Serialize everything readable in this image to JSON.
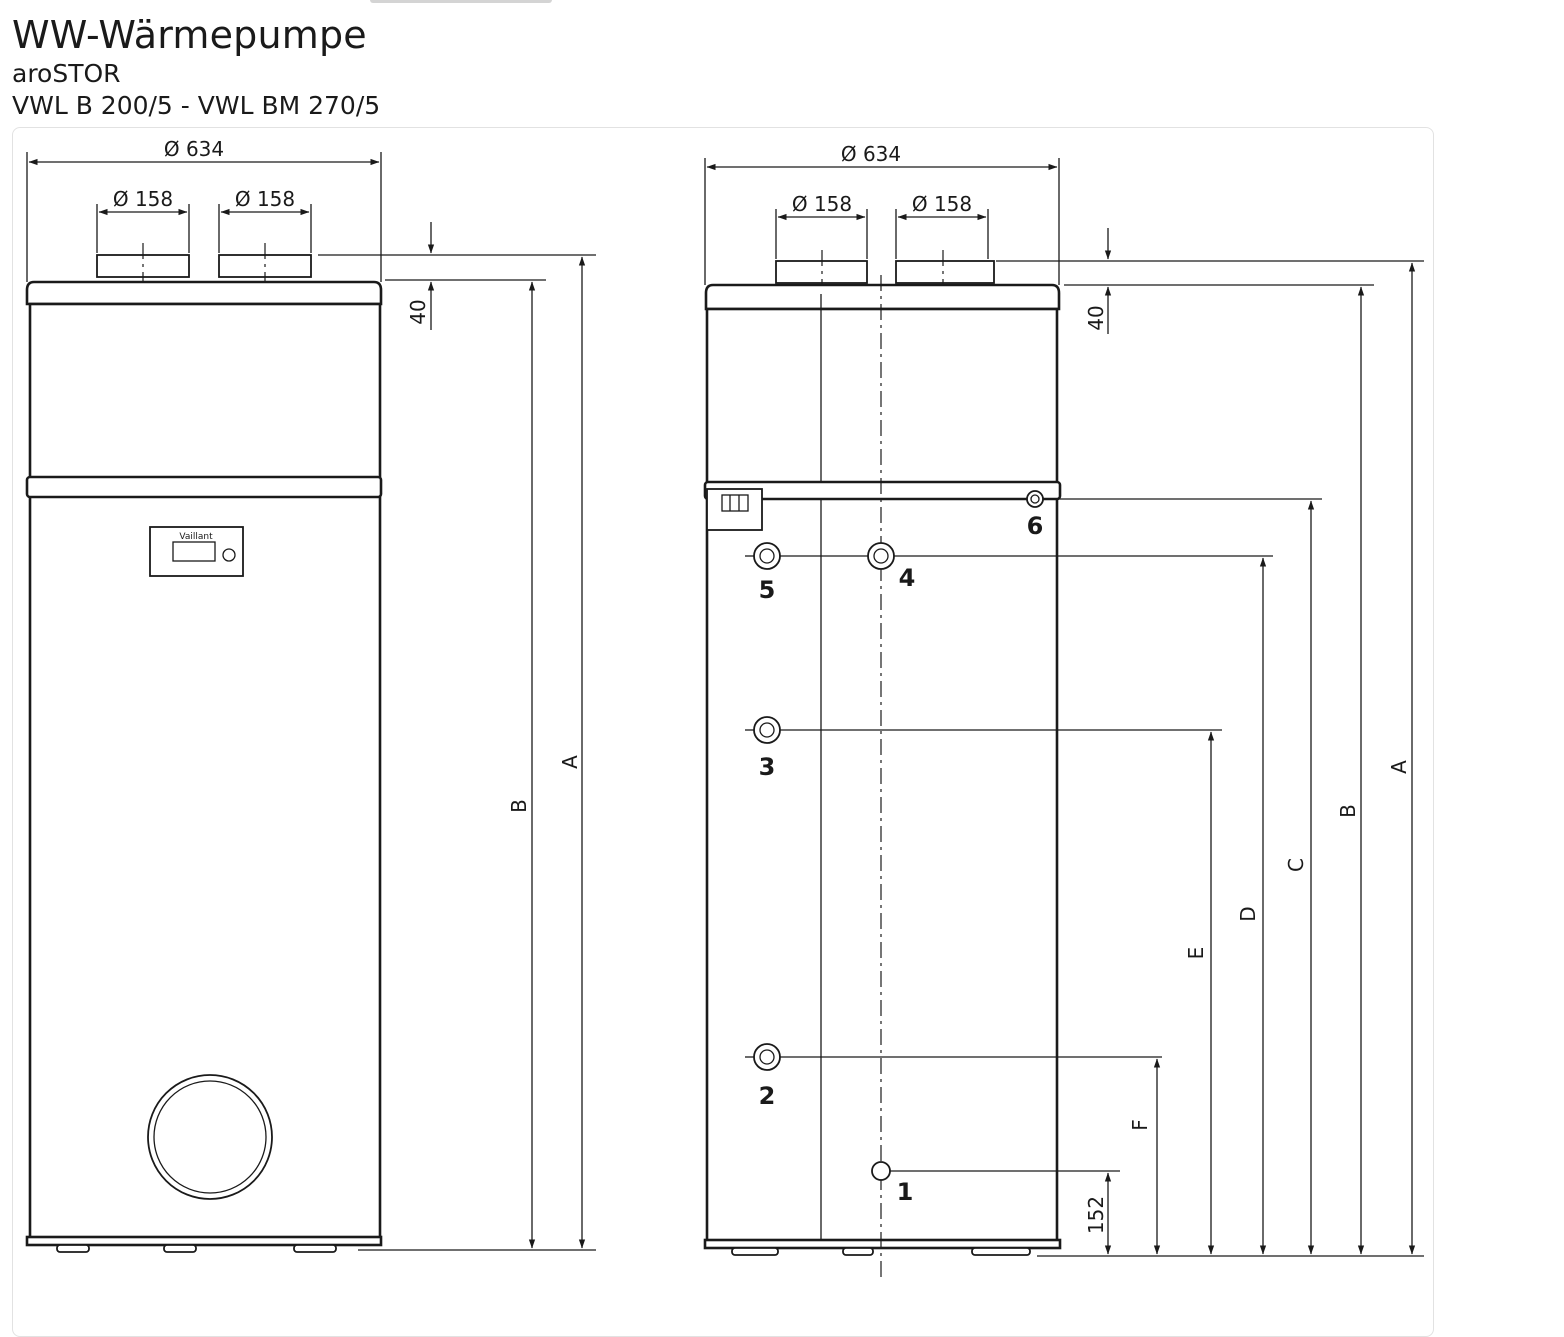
{
  "header": {
    "title": "WW-Wärmepumpe",
    "subtitle_line1": "aroSTOR",
    "subtitle_line2": "VWL B 200/5 - VWL BM 270/5"
  },
  "front_view": {
    "diameter_total": "Ø 634",
    "duct_left_diameter": "Ø 158",
    "duct_right_diameter": "Ø 158",
    "duct_height": "40",
    "dim_A": "A",
    "dim_B": "B",
    "brand_label": "Vaillant"
  },
  "side_view": {
    "diameter_total": "Ø 634",
    "duct_left_diameter": "Ø 158",
    "duct_right_diameter": "Ø 158",
    "duct_height": "40",
    "bottom_connection_height": "152",
    "dim_A": "A",
    "dim_B": "B",
    "dim_C": "C",
    "dim_D": "D",
    "dim_E": "E",
    "dim_F": "F",
    "connections": [
      "1",
      "2",
      "3",
      "4",
      "5",
      "6"
    ]
  },
  "colors": {
    "line": "#1a1a1a",
    "background": "#ffffff",
    "card_border": "#e2e2e2"
  }
}
